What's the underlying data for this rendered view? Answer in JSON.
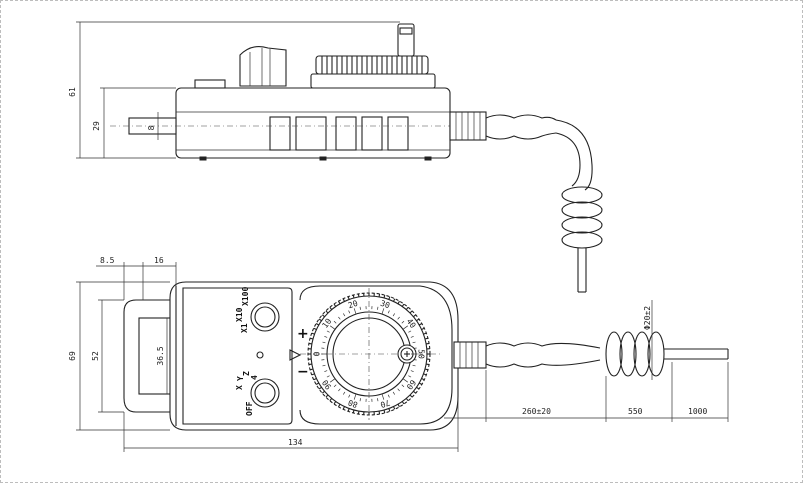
{
  "dimensions": {
    "total_height": "61",
    "body_height": "29",
    "shaft_dia": "8",
    "ear_width": "8.5",
    "ear_to_body": "16",
    "total_width_side": "69",
    "inner_height": "52",
    "slot_height": "36.5",
    "total_length": "134",
    "cable_straight": "260±20",
    "coil_length": "550",
    "cable_end": "1000",
    "coil_dia": "Φ20±2"
  },
  "switch_labels": {
    "multiplier": [
      "X1",
      "X10",
      "X100"
    ],
    "axis": [
      "OFF",
      "X",
      "Y",
      "Z",
      "4"
    ]
  },
  "dial": {
    "plus": "+",
    "minus": "−",
    "scale": [
      "0",
      "10",
      "20",
      "30",
      "40",
      "50",
      "60",
      "70",
      "80",
      "90"
    ]
  }
}
